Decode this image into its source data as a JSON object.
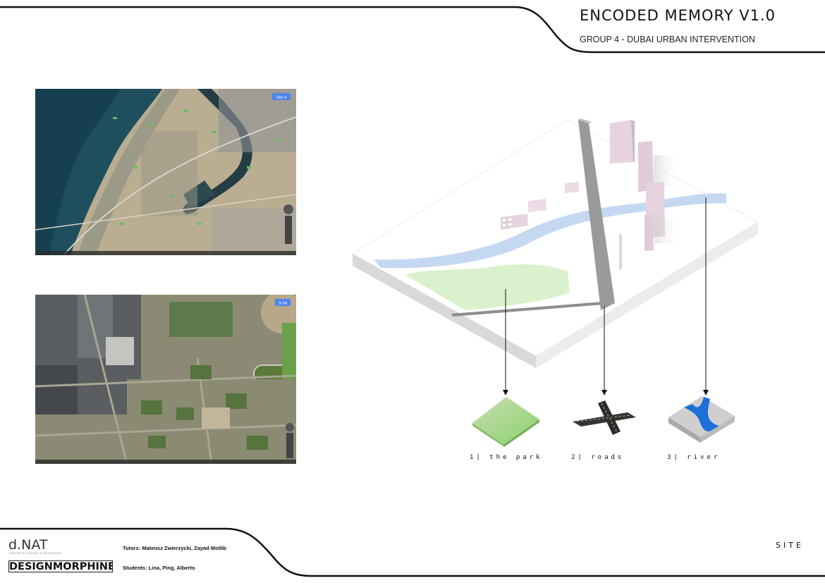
{
  "header": {
    "title": "ENCODED MEMORY V1.0",
    "subtitle": "GROUP 4 - DUBAI URBAN INTERVENTION"
  },
  "maps": {
    "overview_button": "Sign in",
    "detail_button": "Scroll"
  },
  "elements": [
    {
      "label": "1| the park",
      "icon": "park-tile-icon"
    },
    {
      "label": "2| roads",
      "icon": "road-cross-icon"
    },
    {
      "label": "3| river",
      "icon": "river-tile-icon"
    }
  ],
  "footer": {
    "logo_dnat": "d.NAT",
    "logo_dnat_sub": "PARAMETRIC DESIGN & FABRICATION",
    "logo_designmorphine": "DESIGNMORPHINE",
    "tutors": "Tutors: Mateusz Zwierzycki, Zayad Motlib",
    "students": "Students: Lina, Ping, Alberto",
    "section": "SITE"
  },
  "colors": {
    "river": "#c4d8f2",
    "park": "#d9f1cc",
    "road": "#8e8e8e",
    "building": "#e8d9e2",
    "slab_top": "#ffffff",
    "slab_side": "#e2e2e2"
  }
}
